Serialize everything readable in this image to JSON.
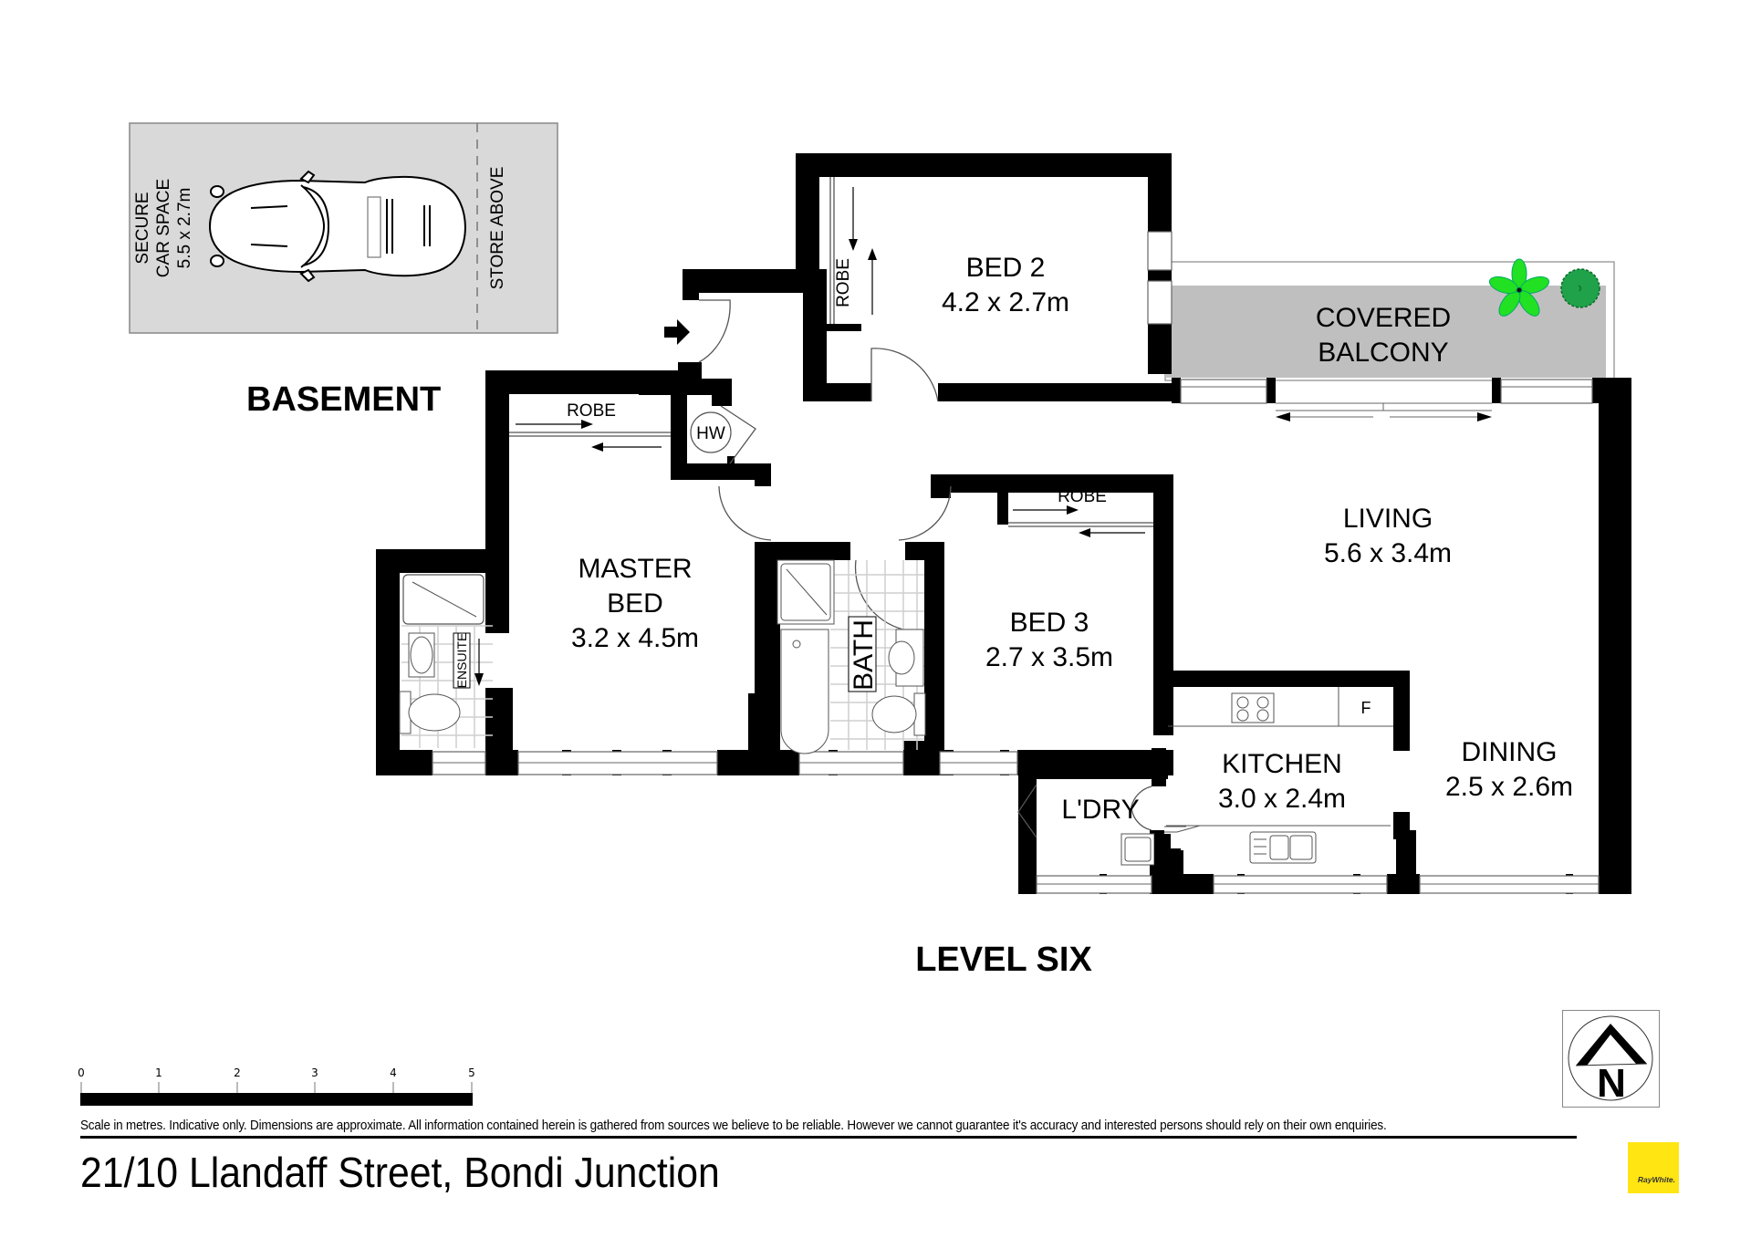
{
  "levels": {
    "basement": "BASEMENT",
    "level_six": "LEVEL SIX"
  },
  "car_space": {
    "line1": "SECURE",
    "line2": "CAR SPACE",
    "line3": "5.5 x 2.7m",
    "store": "STORE ABOVE",
    "fill_color": "#D9D9D9"
  },
  "rooms": {
    "bed2": {
      "name": "BED 2",
      "size": "4.2 x 2.7m"
    },
    "balcony": {
      "line1": "COVERED",
      "line2": "BALCONY",
      "fill_color": "#BFBFBF"
    },
    "master": {
      "line1": "MASTER",
      "line2": "BED",
      "size": "3.2 x 4.5m"
    },
    "bed3": {
      "name": "BED 3",
      "size": "2.7 x 3.5m"
    },
    "living": {
      "name": "LIVING",
      "size": "5.6 x 3.4m"
    },
    "kitchen": {
      "name": "KITCHEN",
      "size": "3.0 x 2.4m"
    },
    "dining": {
      "name": "DINING",
      "size": "2.5 x 2.6m"
    },
    "laundry": {
      "name": "L'DRY"
    },
    "bath": {
      "name": "BATH"
    },
    "ensuite": {
      "name": "ENSUITE"
    }
  },
  "fixtures": {
    "robe": "ROBE",
    "hot_water": "HW",
    "fridge": "F"
  },
  "scale": {
    "ticks": [
      "0",
      "1",
      "2",
      "3",
      "4",
      "5"
    ],
    "unit": "metres"
  },
  "compass": {
    "label": "N"
  },
  "footer": {
    "disclaimer": "Scale in metres. Indicative only. Dimensions are approximate. All information contained herein is gathered from sources we believe to be reliable. However we cannot guarantee it's accuracy and interested persons should rely on their own enquiries.",
    "address": "21/10 Llandaff Street,  Bondi Junction",
    "logo_text": "RayWhite.",
    "logo_color": "#FFE512"
  }
}
